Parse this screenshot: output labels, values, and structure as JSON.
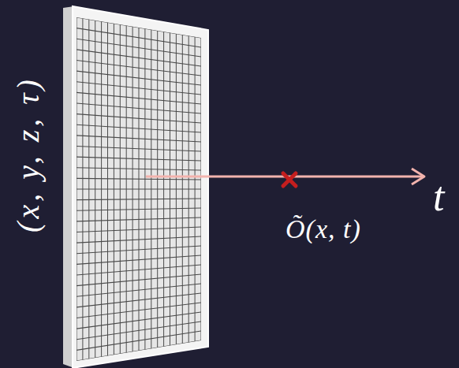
{
  "diagram": {
    "labels": [
      "(x, y, z, τ)",
      "Õ(x, t)",
      "t"
    ]
  }
}
